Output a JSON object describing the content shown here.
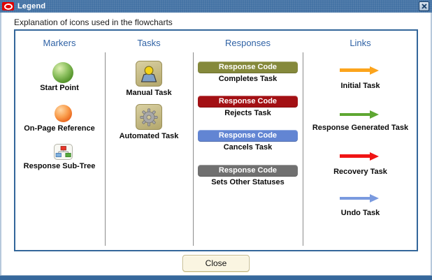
{
  "window": {
    "title": "Legend"
  },
  "subtitle": "Explanation of icons used in the flowcharts",
  "colors": {
    "titlebar_blue": "#3D6DA1",
    "panel_border_blue": "#33669A",
    "header_text_blue": "#2F62A5"
  },
  "columns": {
    "markers": {
      "header": "Markers",
      "items": [
        {
          "icon": "start-point-icon",
          "label": "Start Point"
        },
        {
          "icon": "on-page-reference-icon",
          "label": "On-Page Reference"
        },
        {
          "icon": "response-sub-tree-icon",
          "label": "Response Sub-Tree"
        }
      ]
    },
    "tasks": {
      "header": "Tasks",
      "items": [
        {
          "icon": "manual-task-icon",
          "label": "Manual Task"
        },
        {
          "icon": "automated-task-icon",
          "label": "Automated Task"
        }
      ]
    },
    "responses": {
      "header": "Responses",
      "badge_text": "Response Code",
      "items": [
        {
          "color": "#85893B",
          "label": "Completes Task"
        },
        {
          "color": "#A31014",
          "label": "Rejects Task"
        },
        {
          "color": "#6285D3",
          "label": "Cancels Task"
        },
        {
          "color": "#707070",
          "label": "Sets Other Statuses"
        }
      ]
    },
    "links": {
      "header": "Links",
      "items": [
        {
          "color": "#FCA41C",
          "label": "Initial Task"
        },
        {
          "color": "#5EA732",
          "label": "Response Generated Task"
        },
        {
          "color": "#F01414",
          "label": "Recovery Task"
        },
        {
          "color": "#7A9ADF",
          "label": "Undo Task"
        }
      ]
    }
  },
  "footer": {
    "close_button": "Close"
  }
}
